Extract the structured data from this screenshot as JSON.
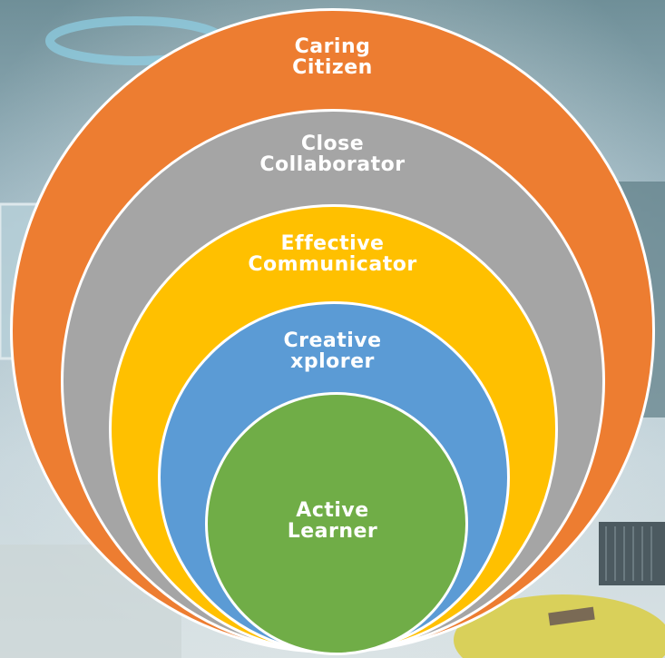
{
  "colors": {
    "caring_citizen": "#ED7D31",
    "close_collaborator": "#A5A5A5",
    "effective_communicator": "#FFC000",
    "creative_explorer": "#5B9BD5",
    "active_learner": "#70AD47",
    "ring_border": "#FFFFFF",
    "background": "#8FB3C4"
  },
  "rings": [
    {
      "id": "caring-citizen",
      "label_line1": "Caring",
      "label_line2": "Citizen"
    },
    {
      "id": "close-collaborator",
      "label_line1": "Close",
      "label_line2": "Collaborator"
    },
    {
      "id": "effective-communicator",
      "label_line1": "Effective",
      "label_line2": "Communicator"
    },
    {
      "id": "creative-explorer",
      "label_line1": "Creative",
      "label_line2": "xplorer"
    },
    {
      "id": "active-learner",
      "label_line1": "Active",
      "label_line2": "Learner"
    }
  ]
}
